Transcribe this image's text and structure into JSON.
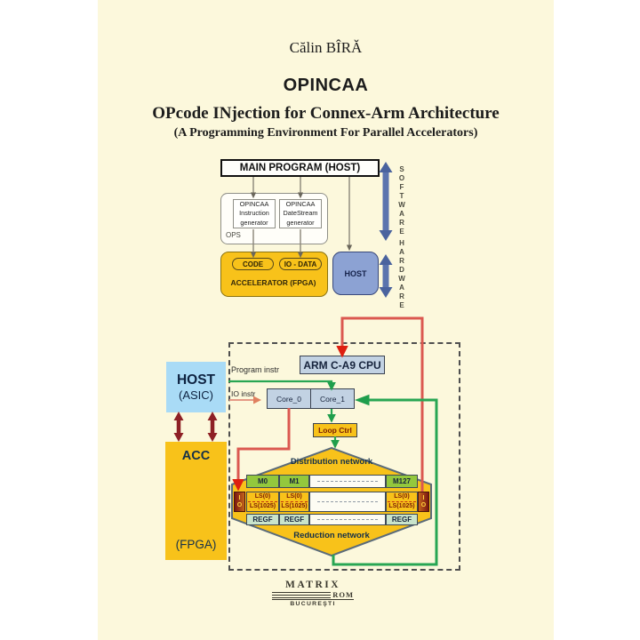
{
  "cover": {
    "author": "Călin BÎRĂ",
    "title": "OPINCAA",
    "subtitle": "OPcode INjection for Connex-Arm Architecture",
    "tagline": "(A Programming Environment For Parallel Accelerators)"
  },
  "top_diagram": {
    "main_program": "MAIN PROGRAM (HOST)",
    "ops_label": "OPS",
    "instruction_generator": "OPINCAA\nInstruction\ngenerator",
    "datestream_generator": "OPINCAA\nDateStream\ngenerator",
    "code": "CODE",
    "io_data": "IO - DATA",
    "accelerator": "ACCELERATOR (FPGA)",
    "host": "HOST",
    "software_vertical": "S\nO\nF\nT\nW\nA\nR\nE",
    "hardware_vertical": "H\nA\nR\nD\nW\nA\nR\nE"
  },
  "bottom_diagram": {
    "cpu": "ARM C-A9 CPU",
    "program_instr": "Program instr",
    "io_instr": "IO instr",
    "core0": "Core_0",
    "core1": "Core_1",
    "loop_ctrl": "Loop Ctrl",
    "distribution": "Distribution network",
    "reduction": "Reduction network",
    "host_line1": "HOST",
    "host_line2": "(ASIC)",
    "acc_line1": "ACC",
    "acc_line2": "(FPGA)",
    "io_vertical": "I\nO",
    "columns": [
      {
        "m": "M0",
        "ls0": "LS(0)",
        "ls1": "LS(1025)",
        "regf": "REGF"
      },
      {
        "m": "M1",
        "ls0": "LS(0)",
        "ls1": "LS(1025)",
        "regf": "REGF"
      },
      {
        "m": "M127",
        "ls0": "LS(0)",
        "ls1": "LS(1025)",
        "regf": "REGF"
      }
    ]
  },
  "publisher": {
    "name": "MATRIX",
    "rom": "ROM",
    "city": "BUCUREŞTI"
  },
  "colors": {
    "cover_background": "#FCF8DC",
    "gold": "#F8C21A",
    "periwinkle_host": "#8CA2D3",
    "light_blue_host": "#A9DBF6",
    "cpu_box_blue": "#C2D2E3",
    "memory_green": "#93C83D",
    "regf_green": "#C9E4CB",
    "red_line": "#DB5850",
    "green_line": "#28A653",
    "maroon_arrow": "#8E2025",
    "software_arrow_blue": "#5B74AE"
  }
}
